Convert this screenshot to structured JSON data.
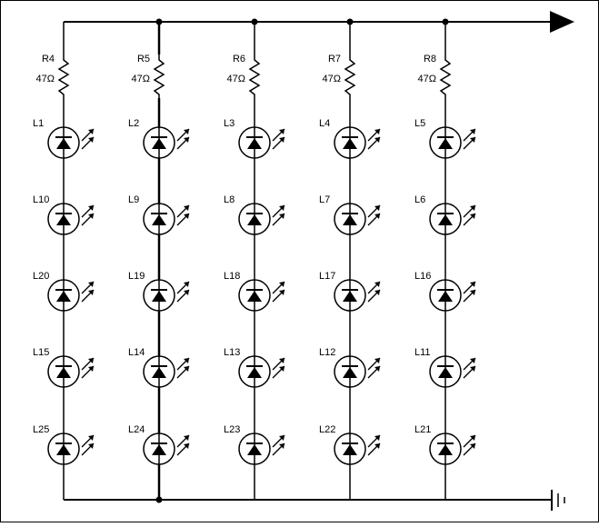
{
  "diagram": {
    "resistors": [
      {
        "name": "R4",
        "value": "47Ω"
      },
      {
        "name": "R5",
        "value": "47Ω"
      },
      {
        "name": "R6",
        "value": "47Ω"
      },
      {
        "name": "R7",
        "value": "47Ω"
      },
      {
        "name": "R8",
        "value": "47Ω"
      }
    ],
    "led_rows": [
      [
        "L1",
        "L2",
        "L3",
        "L4",
        "L5"
      ],
      [
        "L10",
        "L9",
        "L8",
        "L7",
        "L6"
      ],
      [
        "L20",
        "L19",
        "L18",
        "L17",
        "L16"
      ],
      [
        "L15",
        "L14",
        "L13",
        "L12",
        "L11"
      ],
      [
        "L25",
        "L24",
        "L23",
        "L22",
        "L21"
      ]
    ]
  },
  "colors": {
    "wire": "#000000",
    "background": "#ffffff",
    "border": "#000000"
  }
}
